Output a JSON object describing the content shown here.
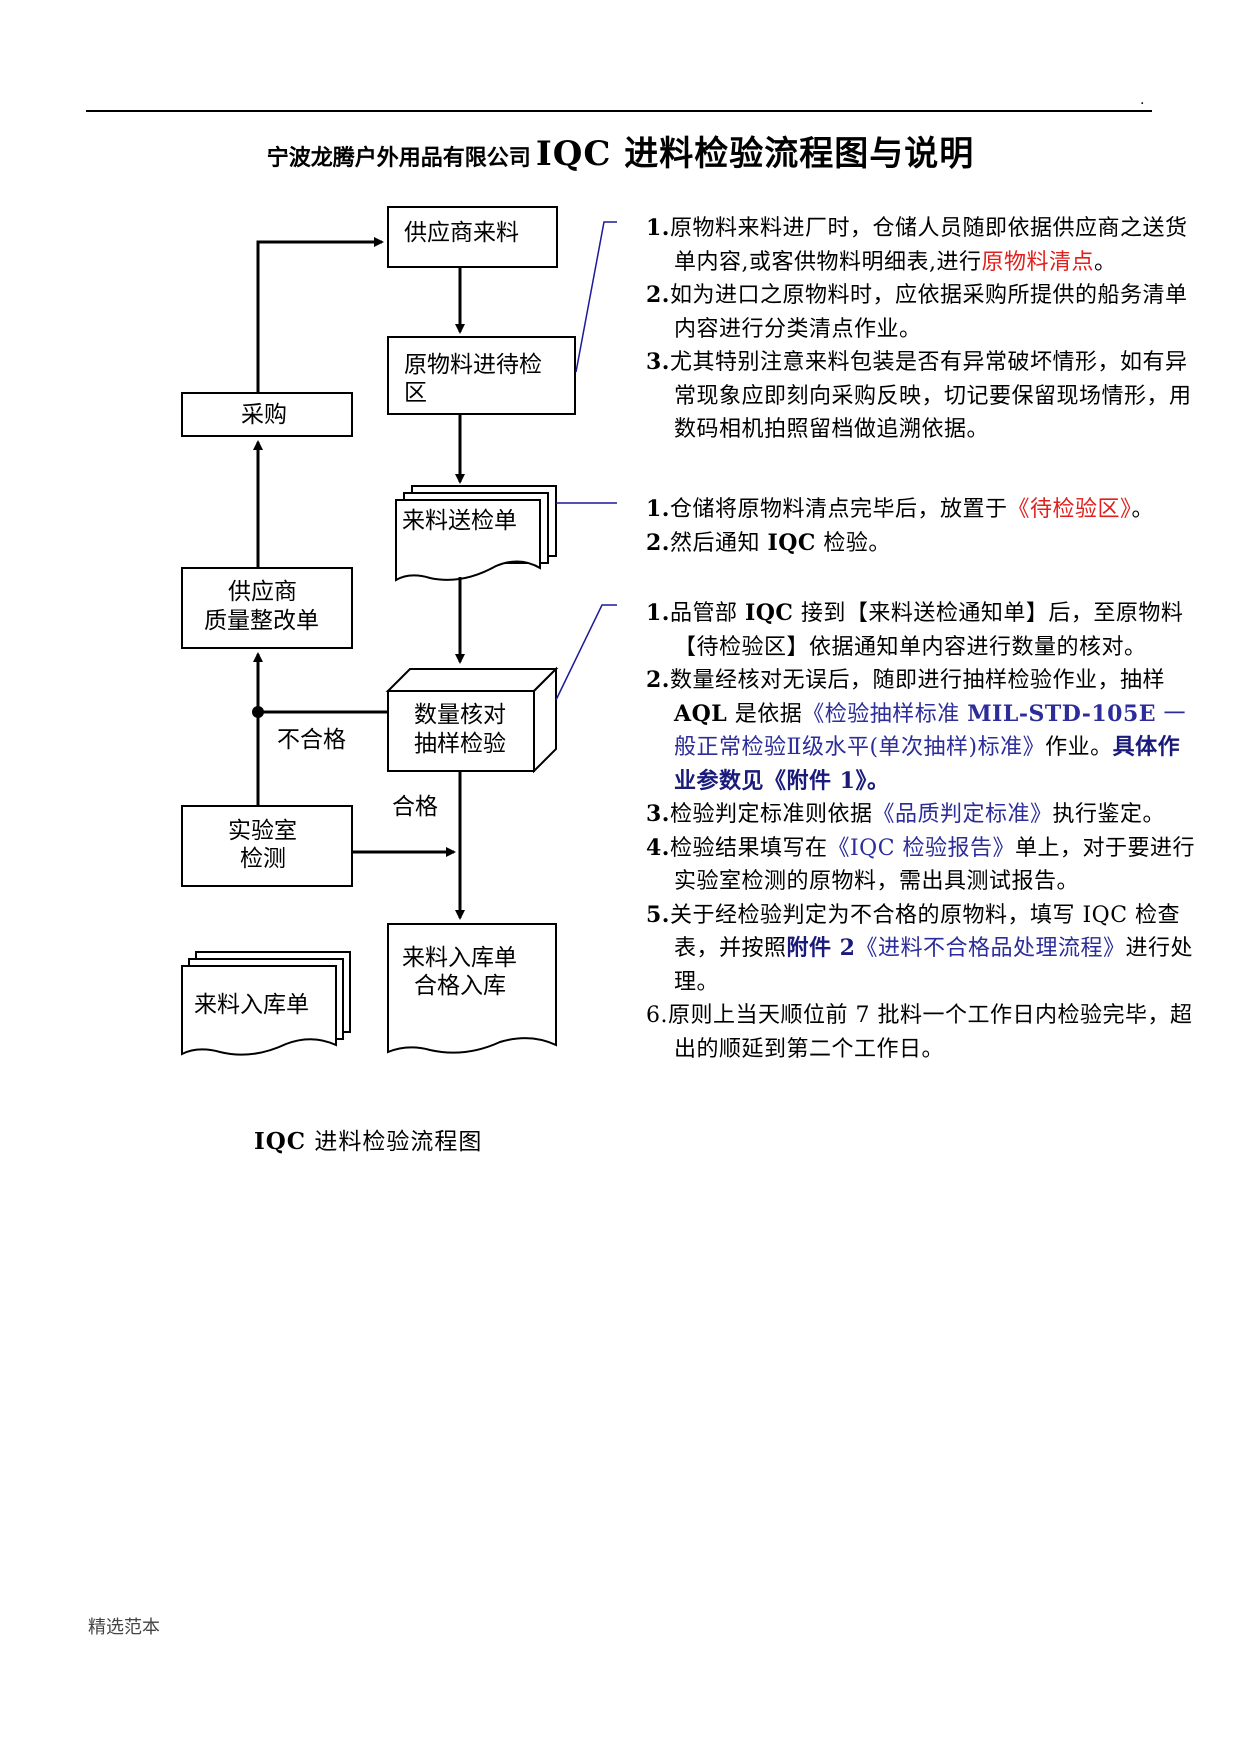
{
  "page_dot": ".",
  "title": {
    "company": "宁波龙腾户外用品有限公司",
    "main": "IQC 进料检验流程图与说明"
  },
  "flow": {
    "supplier_incoming": "供应商来料",
    "waiting_area_line1": "原物料进待检",
    "waiting_area_line2": "区",
    "inspection_sheet": "来料送检单",
    "count_sampling_line1": "数量核对",
    "count_sampling_line2": "抽样检验",
    "purchasing": "采购",
    "supplier_rectification_line1": "供应商",
    "supplier_rectification_line2": "质量整改单",
    "lab_test_line1": "实验室",
    "lab_test_line2": "检测",
    "unqualified": "不合格",
    "qualified": "合格",
    "storage_sheet": "来料入库单",
    "storage_qualified_line1": "来料入库单",
    "storage_qualified_line2": "合格入库"
  },
  "section1": {
    "i1_num": "1.",
    "i1_text": "原物料来料进厂时，仓储人员随即依据供应商之送货单内容,或客供物料明细表,进行",
    "i1_red": "原物料清点",
    "i1_end": "。",
    "i2_num": "2.",
    "i2_text": "如为进口之原物料时，应依据采购所提供的船务清单内容进行分类清点作业。",
    "i3_num": "3.",
    "i3_text": "尤其特别注意来料包装是否有异常破坏情形，如有异常现象应即刻向采购反映，切记要保留现场情形，用数码相机拍照留档做追溯依据。"
  },
  "section2": {
    "i1_num": "1.",
    "i1_text": "仓储将原物料清点完毕后，放置于",
    "i1_red": "《待检验区》",
    "i1_end": "。",
    "i2_num": "2.",
    "i2_text_a": "然后通知 ",
    "i2_bold": "IQC",
    "i2_text_b": " 检验。"
  },
  "section3": {
    "i1_num": "1.",
    "i1_a": "品管部 ",
    "i1_bold": "IQC",
    "i1_b": " 接到【来料送检通知单】后，至原物料【待检验区】依据通知单内容进行数量的核对。",
    "i2_num": "2.",
    "i2_a": "数量经核对无误后，随即进行抽样检验作业，抽样 ",
    "i2_bold": "AQL",
    "i2_b": " 是依据",
    "i2_blue_a": "《检验抽样标准 ",
    "i2_blue_bold": "MIL-STD-105E",
    "i2_blue_b": " 一般正常检验Ⅱ级水平(单次抽样)标准》",
    "i2_c": "作业。",
    "i2_navy": "具体作业参数见《附件 1》。",
    "i3_num": "3.",
    "i3_a": "检验判定标准则依据",
    "i3_blue": "《品质判定标准》",
    "i3_b": "执行鉴定。",
    "i4_num": "4.",
    "i4_a": "检验结果填写在",
    "i4_blue": "《IQC 检验报告》",
    "i4_b": "单上，对于要进行实验室检测的原物料，需出具测试报告。",
    "i5_num": "5.",
    "i5_a": "关于经检验判定为不合格的原物料，填写 IQC 检查表，并按照",
    "i5_navy": "附件 2",
    "i5_blue": "《进料不合格品处理流程》",
    "i5_b": "进行处理。",
    "i6_num": "6.",
    "i6_text": "原则上当天顺位前 7 批料一个工作日内检验完毕，超出的顺延到第二个工作日。"
  },
  "caption": {
    "bold": "IQC",
    "text": " 进料检验流程图"
  },
  "footer": "精选范本"
}
